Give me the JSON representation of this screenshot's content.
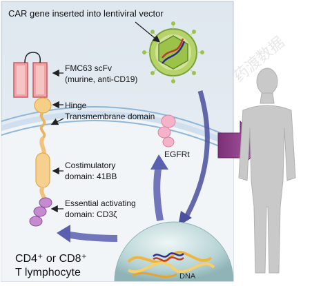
{
  "labels": {
    "vector": "CAR gene inserted into lentiviral vector",
    "scfv_line1": "FMC63 scFv",
    "scfv_line2": "(murine, anti-CD19)",
    "hinge": "Hinge",
    "transmembrane": "Transmembrane domain",
    "egfrt": "EGFRt",
    "costim_line1": "Costimulatory",
    "costim_line2": "domain: 41BB",
    "activating_line1": "Essential activating",
    "activating_line2": "domain: CD3ζ",
    "dna": "DNA",
    "cell_line1": "CD4⁺ or CD8⁺",
    "cell_line2": "T lymphocyte"
  },
  "watermark": "药渡数据",
  "colors": {
    "panel_bg": "#e3ebf2",
    "cytoplasm": "#eef3f6",
    "membrane_blue": "#6a9ec9",
    "scfv_pink": "#e9888e",
    "hinge_yellow": "#f4c778",
    "cd3z_purple": "#b77bc2",
    "egfrt_pink": "#f0a9c0",
    "arrow_blue": "#4a4f9e",
    "arrow_purple": "#8b3f86",
    "virus_green": "#9cc24a",
    "nucleus": "#bcd8d8",
    "human": "#c8c8c8"
  },
  "icons": [
    "lentivirus-icon",
    "human-silhouette-icon",
    "dna-helix-icon"
  ]
}
